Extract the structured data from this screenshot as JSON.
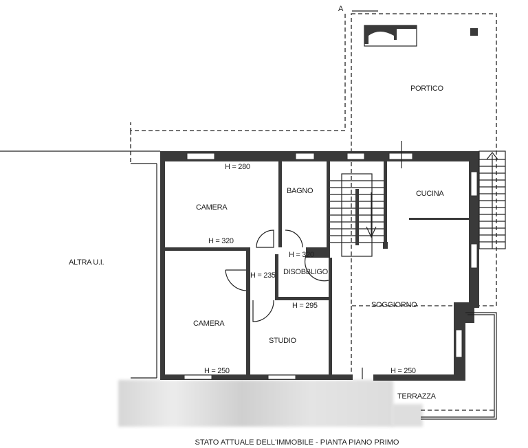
{
  "plan": {
    "section_marker": "A",
    "rooms": {
      "portico": "PORTICO",
      "camera_top": "CAMERA",
      "bagno": "BAGNO",
      "cucina": "CUCINA",
      "altra": "ALTRA U.I.",
      "disobbligo": "DISOBBLIGO",
      "soggiorno": "SOGGIORNO",
      "camera_bottom": "CAMERA",
      "studio": "STUDIO",
      "terrazza": "TERRAZZA"
    },
    "heights": {
      "camera_top_a": "H = 280",
      "camera_top_b": "H = 320",
      "bagno": "H = 320",
      "corridor": "H = 235",
      "studio": "H = 295",
      "camera_bottom": "H = 250",
      "soggiorno": "H = 250"
    },
    "caption": "STATO ATTUALE DELL'IMMOBILE - PIANTA PIANO PRIMO"
  }
}
